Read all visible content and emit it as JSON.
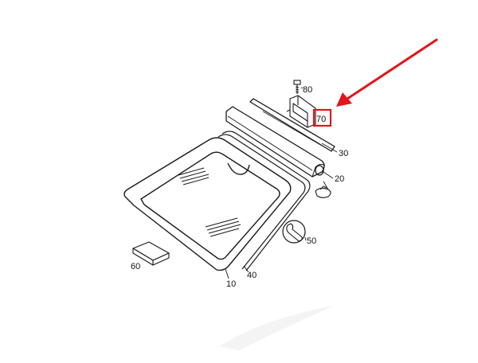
{
  "diagram": {
    "callouts": {
      "c10": "10",
      "c20": "20",
      "c30": "30",
      "c40": "40",
      "c50": "50",
      "c60": "60",
      "c70": "70",
      "c80": "80"
    },
    "highlight": {
      "callout": "70",
      "box_color": "#e3151a",
      "arrow_color": "#e3151a"
    },
    "line_color": "#1a1a1a",
    "icons": [
      "wrench-icon"
    ]
  }
}
